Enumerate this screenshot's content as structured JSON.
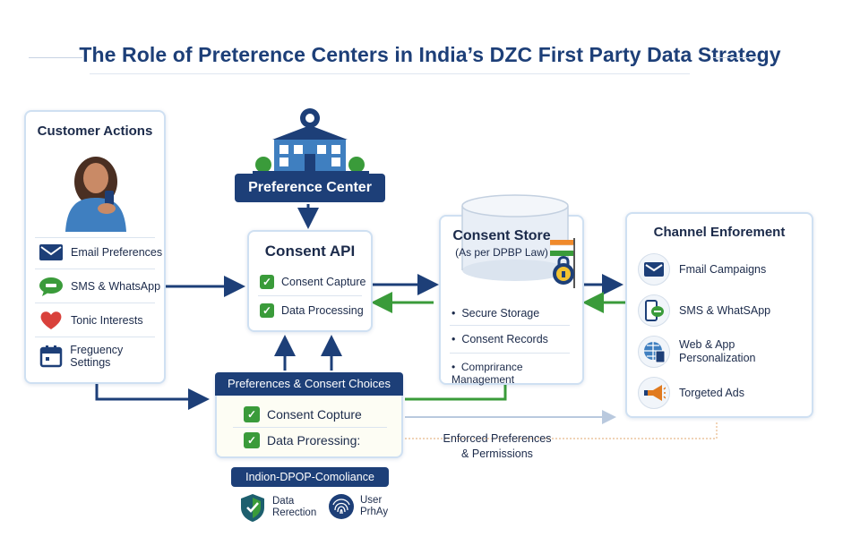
{
  "title": "The Role of Preterence Centers in India’s DZC First Party Data Strategy",
  "customer_actions": {
    "title": "Customer Actions",
    "items": [
      {
        "label": "Email Preferences",
        "icon": "envelope-icon"
      },
      {
        "label": "SMS & WhatsApp",
        "icon": "chat-bubble-icon"
      },
      {
        "label": "Tonic Interests",
        "icon": "heart-icon"
      },
      {
        "label": "Freguency Settings",
        "icon": "calendar-icon"
      }
    ]
  },
  "preference_center": {
    "label": "Preference Center"
  },
  "consent_api": {
    "title": "Consent API",
    "checks": [
      "Consent Capture",
      "Data Processing"
    ]
  },
  "consent_store": {
    "title": "Consent Store",
    "subtitle": "(As per DPBP Law)",
    "bullets": [
      "Secure Storage",
      "Consent Records",
      "Comprirance Management"
    ]
  },
  "channel_enforcement": {
    "title": "Channel Enforement",
    "items": [
      {
        "label": "Fmail Campaigns",
        "icon": "envelope-icon"
      },
      {
        "label": "SMS & WhatSApp",
        "icon": "phone-chat-icon"
      },
      {
        "label": "Web & App\nPersonalization",
        "icon": "globe-icon"
      },
      {
        "label": "Torgeted Ads",
        "icon": "megaphone-icon"
      }
    ]
  },
  "choices": {
    "header": "Preferences & Consert Choices",
    "checks": [
      "Consent Copture",
      "Data Proressing:"
    ]
  },
  "enforced": {
    "line1": "Enforced Preferences",
    "line2": "& Permissions"
  },
  "compliance": {
    "label": "Indion-DPOP-Comoliance"
  },
  "badges": [
    {
      "label": "Data\nRerection",
      "icon": "shield-icon"
    },
    {
      "label": "User\nPrhAy",
      "icon": "fingerprint-icon"
    }
  ],
  "colors": {
    "navy": "#1d3f78",
    "green": "#3a9b3a",
    "orange": "#e07a1f"
  }
}
